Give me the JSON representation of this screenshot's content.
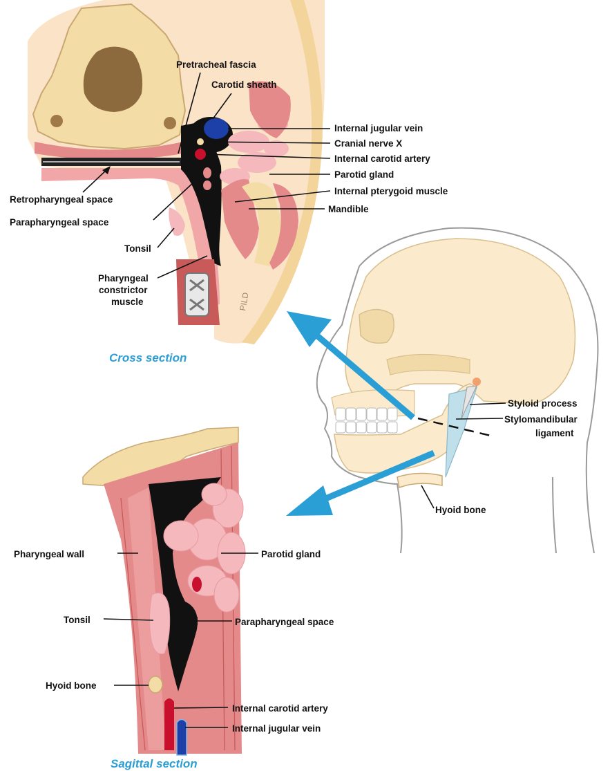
{
  "captions": {
    "cross_section": "Cross section",
    "sagittal_section": "Sagittal section"
  },
  "cross_labels": {
    "pretracheal_fascia": "Pretracheal fascia",
    "carotid_sheath": "Carotid sheath",
    "internal_jugular_vein": "Internal jugular vein",
    "cranial_nerve_x": "Cranial nerve X",
    "internal_carotid_artery": "Internal carotid artery",
    "parotid_gland": "Parotid gland",
    "internal_pterygoid_muscle": "Internal pterygoid muscle",
    "mandible": "Mandible",
    "retropharyngeal_space": "Retropharyngeal space",
    "parapharyngeal_space": "Parapharyngeal space",
    "tonsil": "Tonsil",
    "pharyngeal_line1": "Pharyngeal",
    "pharyngeal_line2": "constrictor",
    "pharyngeal_line3": "muscle"
  },
  "skull_labels": {
    "styloid_process": "Styloid process",
    "stylomandibular_line1": "Stylomandibular",
    "stylomandibular_line2": "ligament",
    "hyoid_bone": "Hyoid bone"
  },
  "sagittal_labels": {
    "pharyngeal_wall": "Pharyngeal wall",
    "parotid_gland": "Parotid gland",
    "tonsil": "Tonsil",
    "parapharyngeal_space": "Parapharyngeal space",
    "hyoid_bone": "Hyoid bone",
    "internal_carotid_artery": "Internal carotid artery",
    "internal_jugular_vein": "Internal jugular vein"
  },
  "watermark": "PILD",
  "colors": {
    "bone": "#f3dca6",
    "bone_outline": "#c9a872",
    "muscle": "#e58a8a",
    "muscle_dark": "#c85a5a",
    "gland": "#f4b8bd",
    "space": "#111111",
    "artery": "#c8102e",
    "vein": "#1d3fa8",
    "skin": "#fbeacc",
    "arrow": "#2a9fd6",
    "ligament": "#bfe0ea",
    "caption": "#2a9fd6"
  }
}
